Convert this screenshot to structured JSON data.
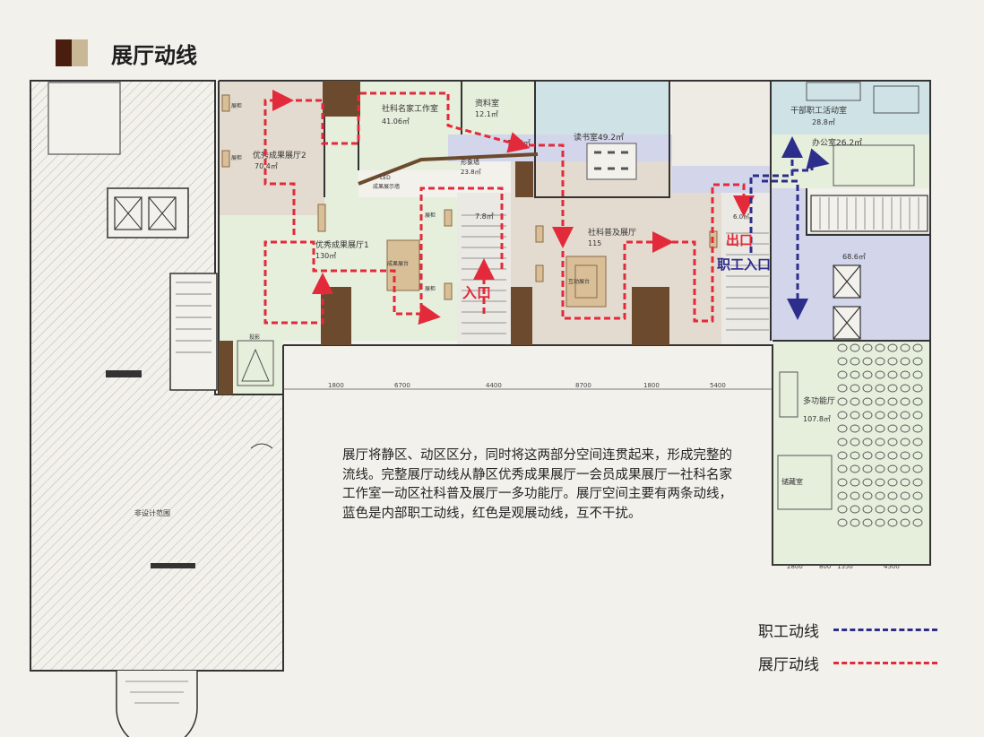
{
  "header": {
    "title": "展厅动线",
    "swatch_colors": [
      "#4a1e0e",
      "#c9b896"
    ]
  },
  "colors": {
    "staff_route": "#2d2e8c",
    "visitor_route": "#e32a3a",
    "wall": "#6b4a2e",
    "zone_green": "#e6eedc",
    "zone_blue": "#cfe3e6",
    "zone_lavender": "#d3d5ea",
    "zone_tan": "#e3dbcf"
  },
  "rooms": {
    "excellent_2": "优秀成果展厅2",
    "excellent_2_area": "70.4㎡",
    "excellent_1": "优秀成果展厅1",
    "excellent_1_area": "130㎡",
    "expert_studio": "社科名家工作室",
    "expert_studio_area": "41.06㎡",
    "archive": "资料室",
    "archive_area": "12.1㎡",
    "corridor_area": "17.9㎡",
    "reading_room": "读书室49.2㎡",
    "image_wall": "形象墙",
    "image_wall_area": "23.8㎡",
    "stair_area": "7.8㎡",
    "popular_science": "社科普及展厅",
    "popular_science_area": "115",
    "staff_activity": "干部职工活动室",
    "staff_activity_area": "28.8㎡",
    "office": "办公室26.2㎡",
    "lobby_area": "68.6㎡",
    "multi_function": "多功能厅",
    "multi_function_area": "107.8㎡",
    "storage": "储藏室",
    "not_designed": "非设计范围",
    "small_area": "6.0㎡",
    "display_cabinet": "展柜",
    "led_wall": "LED",
    "achievement_board": "成果展示墙",
    "achievement_table": "成果展台",
    "interactive_table": "互动展台",
    "projection": "投影"
  },
  "markers": {
    "entrance": "入口",
    "exit": "出口",
    "staff_entrance": "职工入口"
  },
  "dimensions": [
    "1800",
    "6700",
    "4400",
    "8700",
    "1800",
    "5400"
  ],
  "dimensions_right": [
    "2800",
    "800",
    "1550",
    "4500"
  ],
  "description": "展厅将静区、动区区分，同时将这两部分空间连贯起来，形成完整的流线。完整展厅动线从静区优秀成果展厅一会员成果展厅一社科名家工作室一动区社科普及展厅一多功能厅。展厅空间主要有两条动线，蓝色是内部职工动线，红色是观展动线，互不干扰。",
  "legend": {
    "staff_route": "职工动线",
    "visitor_route": "展厅动线"
  }
}
